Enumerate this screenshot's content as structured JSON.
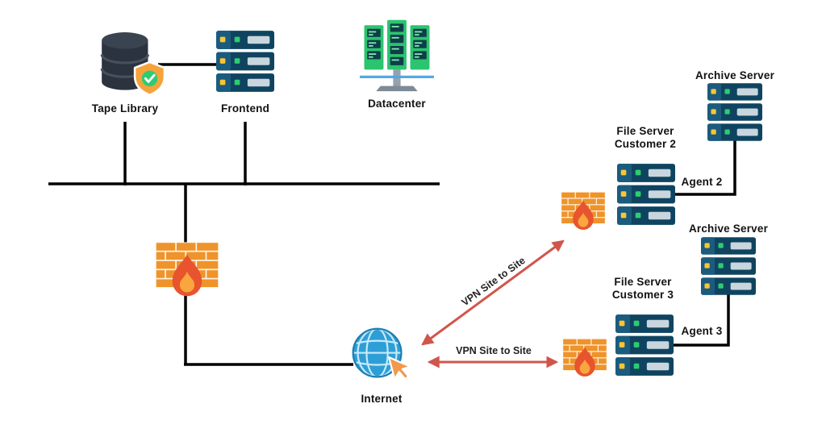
{
  "colors": {
    "background": "#ffffff",
    "connector_line": "#000000",
    "vpn_arrow": "#d0564c",
    "server_body": "#0f4460",
    "firewall_brick": "#ef932b",
    "flame": "#e8542e",
    "datacenter_green": "#2bc46f",
    "globe_blue": "#2e9fd6",
    "shield_orange": "#f6a33c"
  },
  "nodes": {
    "tape_library": {
      "label": "Tape Library"
    },
    "frontend": {
      "label": "Frontend"
    },
    "datacenter": {
      "label": "Datacenter"
    },
    "internet": {
      "label": "Internet"
    },
    "file_server_customer_2": {
      "label": "File Server\nCustomer 2"
    },
    "agent_2": {
      "label": "Agent 2"
    },
    "archive_server_customer_2": {
      "label": "Archive Server"
    },
    "file_server_customer_3": {
      "label": "File Server\nCustomer 3"
    },
    "agent_3": {
      "label": "Agent 3"
    },
    "archive_server_customer_3": {
      "label": "Archive Server"
    }
  },
  "connections": {
    "vpn_site_to_site_top": {
      "label": "VPN Site to Site"
    },
    "vpn_site_to_site_bottom": {
      "label": "VPN Site to Site"
    }
  }
}
